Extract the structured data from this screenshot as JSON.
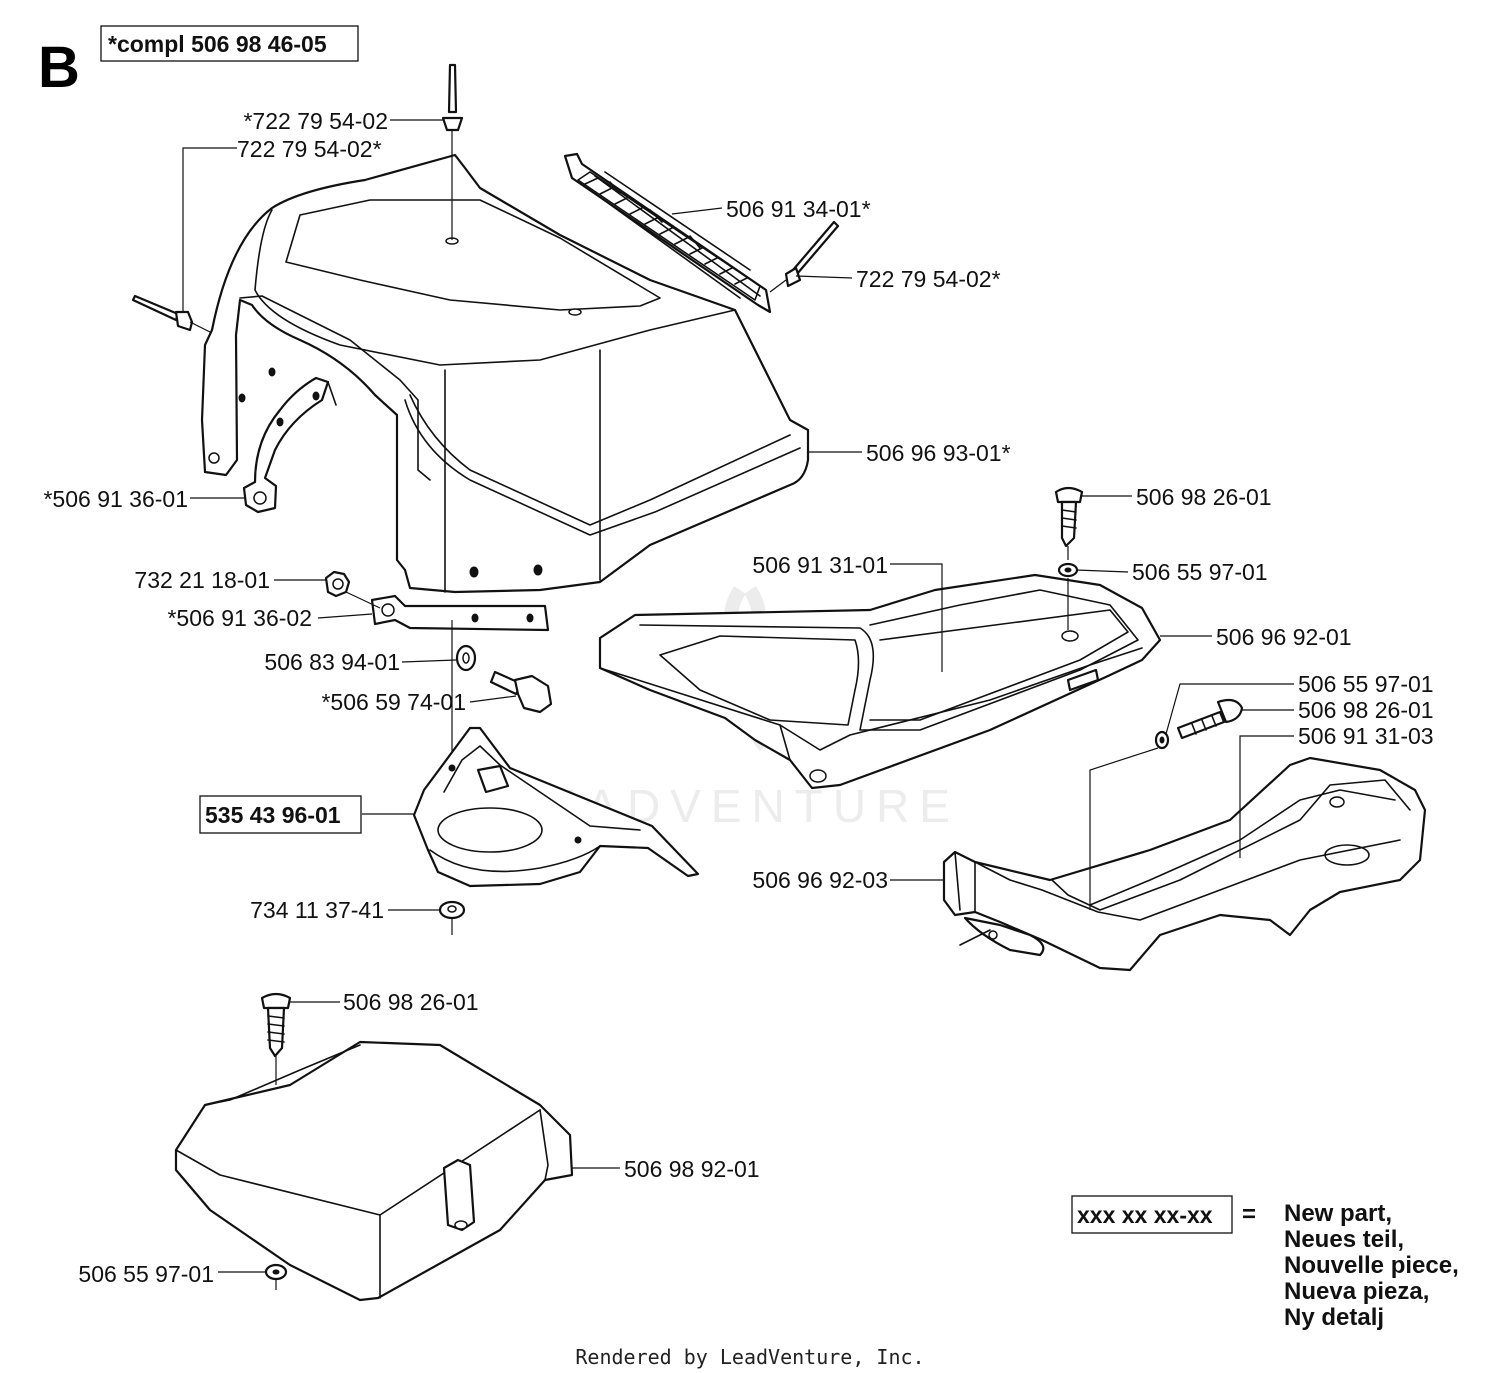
{
  "section_letter": "B",
  "assembly": "*compl 506 98 46-05",
  "watermark": "LEADVENTURE",
  "labels": {
    "rivet_top": "*722 79 54-02",
    "rivet_left": "722 79 54-02*",
    "grille": "506 91 34-01*",
    "rivet_right": "722 79 54-02*",
    "hood": "506 96 93-01*",
    "bracket_left": "*506 91 36-01",
    "knob_a": "506 98 26-01",
    "washer_a": "506 55 97-01",
    "cover_center": "506 91 31-01",
    "panel_a": "506 96 92-01",
    "nut": "732 21 18-01",
    "bracket_lower": "*506 91 36-02",
    "washer_c": "506 83 94-01",
    "screw": "*506 59 74-01",
    "washer_b": "506 55 97-01",
    "knob_b": "506 98 26-01",
    "cover_right": "506 91 31-03",
    "funnel": "535 43 96-01",
    "panel_b": "506 96 92-03",
    "washer_d": "734 11 37-41",
    "knob_c": "506 98 26-01",
    "box_cover": "506 98 92-01",
    "washer_e": "506 55 97-01"
  },
  "legend": {
    "code": "xxx xx xx-xx",
    "equals": "=",
    "lines": [
      "New part,",
      "Neues teil,",
      "Nouvelle piece,",
      "Nueva pieza,",
      "Ny detalj"
    ]
  },
  "footer": "Rendered by LeadVenture, Inc."
}
